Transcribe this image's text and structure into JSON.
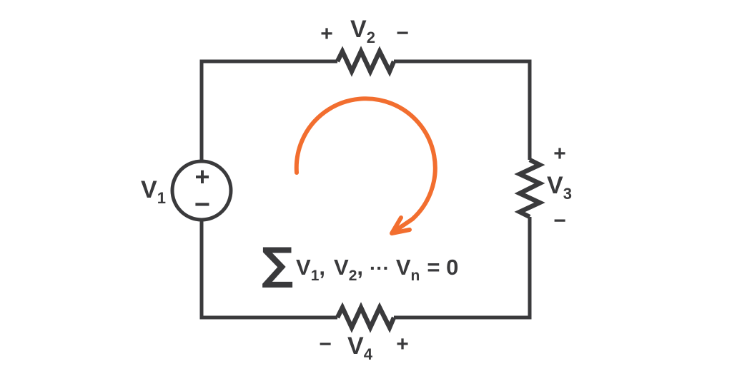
{
  "colors": {
    "background": "#ffffff",
    "wire": "#3a3a3c",
    "text": "#3a3a3c",
    "loop_arrow": "#f26e2f"
  },
  "voltage_source": {
    "label": {
      "base": "V",
      "sub": "1"
    },
    "plus": "+",
    "minus": "−"
  },
  "resistor_top": {
    "plus": "+",
    "label": {
      "base": "V",
      "sub": "2"
    },
    "minus": "−"
  },
  "resistor_right": {
    "plus": "+",
    "label": {
      "base": "V",
      "sub": "3"
    },
    "minus": "−"
  },
  "resistor_bottom": {
    "minus": "−",
    "label": {
      "base": "V",
      "sub": "4"
    },
    "plus": "+"
  },
  "formula": {
    "sigma": "∑",
    "term1": {
      "base": "V",
      "sub": "1"
    },
    "comma1": ",",
    "term2": {
      "base": "V",
      "sub": "2"
    },
    "comma2": ",",
    "dots": "...",
    "termN": {
      "base": "V",
      "sub": "n"
    },
    "equals": "= 0"
  }
}
